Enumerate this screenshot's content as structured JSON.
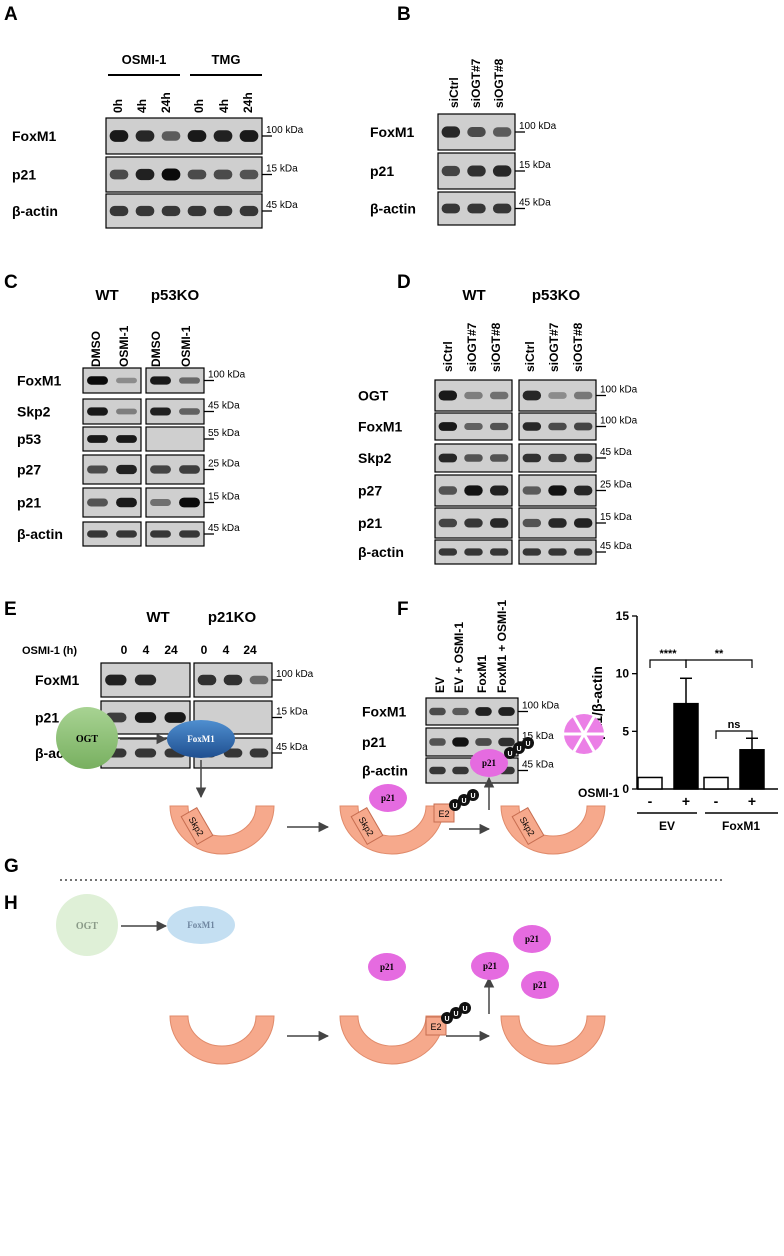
{
  "panels": {
    "A": {
      "letter": "A",
      "groups": [
        "OSMI-1",
        "TMG"
      ],
      "lanes": [
        "0h",
        "4h",
        "24h",
        "0h",
        "4h",
        "24h"
      ],
      "rows": [
        "FoxM1",
        "p21",
        "β-actin"
      ],
      "markers": [
        "100 kDa",
        "15 kDa",
        "45 kDa"
      ]
    },
    "B": {
      "letter": "B",
      "lanes": [
        "siCtrl",
        "siOGT#7",
        "siOGT#8"
      ],
      "rows": [
        "FoxM1",
        "p21",
        "β-actin"
      ],
      "markers": [
        "100 kDa",
        "15 kDa",
        "45 kDa"
      ]
    },
    "C": {
      "letter": "C",
      "groups": [
        "WT",
        "p53KO"
      ],
      "lanes": [
        "DMSO",
        "OSMI-1",
        "DMSO",
        "OSMI-1"
      ],
      "rows": [
        "FoxM1",
        "Skp2",
        "p53",
        "p27",
        "p21",
        "β-actin"
      ],
      "markers": [
        "100 kDa",
        "45 kDa",
        "55 kDa",
        "25 kDa",
        "15 kDa",
        "45 kDa"
      ]
    },
    "D": {
      "letter": "D",
      "groups": [
        "WT",
        "p53KO"
      ],
      "lanes": [
        "siCtrl",
        "siOGT#7",
        "siOGT#8",
        "siCtrl",
        "siOGT#7",
        "siOGT#8"
      ],
      "rows": [
        "OGT",
        "FoxM1",
        "Skp2",
        "p27",
        "p21",
        "β-actin"
      ],
      "markers": [
        "100 kDa",
        "100 kDa",
        "45 kDa",
        "25 kDa",
        "15 kDa",
        "45 kDa"
      ]
    },
    "E": {
      "letter": "E",
      "groups": [
        "WT",
        "p21KO"
      ],
      "axis_label": "OSMI-1 (h)",
      "lanes": [
        "0",
        "4",
        "24",
        "0",
        "4",
        "24"
      ],
      "rows": [
        "FoxM1",
        "p21",
        "β-actin"
      ],
      "markers": [
        "100 kDa",
        "15 kDa",
        "45 kDa"
      ]
    },
    "F": {
      "letter": "F",
      "lanes": [
        "EV",
        "EV + OSMI-1",
        "FoxM1",
        "FoxM1 + OSMI-1"
      ],
      "rows": [
        "FoxM1",
        "p21",
        "β-actin"
      ],
      "markers": [
        "100 kDa",
        "15 kDa",
        "45 kDa"
      ]
    },
    "G": {
      "letter": "G",
      "ogt": "OGT",
      "foxm1": "FoxM1",
      "skp2": "Skp2",
      "p21": "p21",
      "e2": "E2"
    },
    "H": {
      "letter": "H",
      "ogt": "OGT",
      "foxm1": "FoxM1",
      "p21": "p21",
      "e2": "E2"
    }
  },
  "chart_data": {
    "type": "bar",
    "ylabel": "p21/β-actin",
    "ylim": [
      0,
      15
    ],
    "yticks": [
      "0",
      "5",
      "10",
      "15"
    ],
    "osmi_label": "OSMI-1",
    "osmi_values": [
      "-",
      "+",
      "-",
      "+"
    ],
    "groups": [
      "EV",
      "FoxM1"
    ],
    "categories": [
      "EV -",
      "EV +",
      "FoxM1 -",
      "FoxM1 +"
    ],
    "values": [
      1.0,
      7.4,
      1.0,
      3.4
    ],
    "errors": [
      0,
      2.2,
      0,
      1.0
    ],
    "fills": [
      "#ffffff",
      "#000000",
      "#ffffff",
      "#000000"
    ],
    "significance": [
      "****",
      "**",
      "ns"
    ]
  },
  "colors": {
    "ogt": "#8fc57a",
    "foxm1": "#2f6ab0",
    "skp2": "#f6a98c",
    "p21": "#e56be0",
    "ubiquitin": "#111111"
  }
}
